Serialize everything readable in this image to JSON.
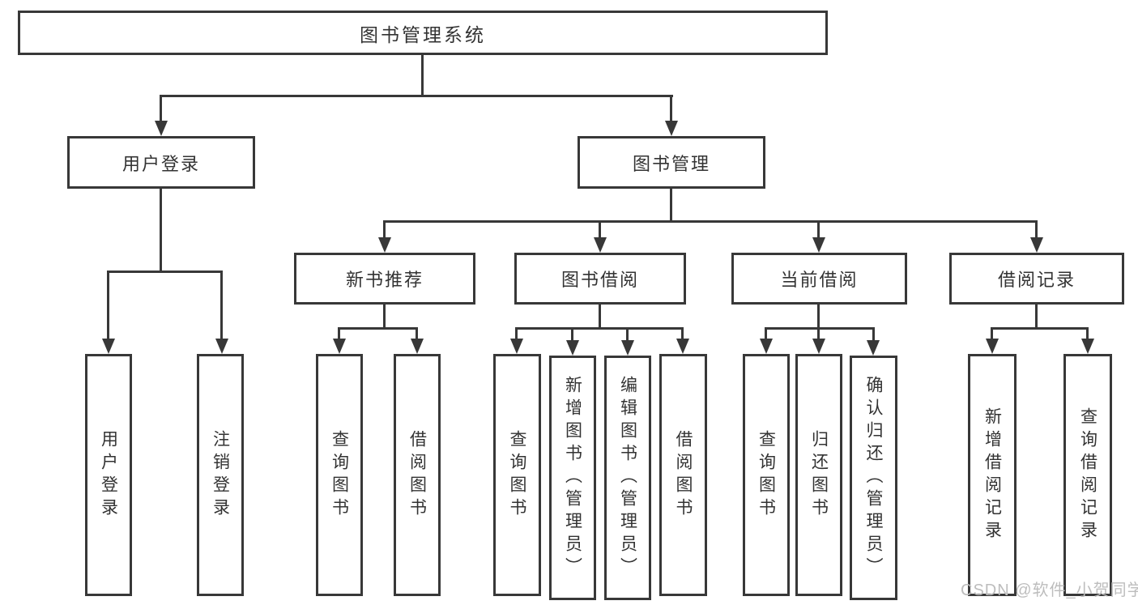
{
  "diagram": {
    "root": {
      "label": "图书管理系统"
    },
    "branches": [
      {
        "label": "用户登录",
        "children": [
          {
            "label": "用户登录"
          },
          {
            "label": "注销登录"
          }
        ]
      },
      {
        "label": "图书管理",
        "sections": [
          {
            "label": "新书推荐",
            "children": [
              {
                "label": "查询图书"
              },
              {
                "label": "借阅图书"
              }
            ]
          },
          {
            "label": "图书借阅",
            "children": [
              {
                "label": "查询图书"
              },
              {
                "label": "新增图书（管理员）"
              },
              {
                "label": "编辑图书（管理员）"
              },
              {
                "label": "借阅图书"
              }
            ]
          },
          {
            "label": "当前借阅",
            "children": [
              {
                "label": "查询图书"
              },
              {
                "label": "归还图书"
              },
              {
                "label": "确认归还（管理员）"
              }
            ]
          },
          {
            "label": "借阅记录",
            "children": [
              {
                "label": "新增借阅记录"
              },
              {
                "label": "查询借阅记录"
              }
            ]
          }
        ]
      }
    ],
    "watermark": "CSDN @软件_小贺同学",
    "colors": {
      "line": "#383838",
      "text": "#333333",
      "watermark": "#bdbdbd",
      "background": "#ffffff"
    }
  }
}
